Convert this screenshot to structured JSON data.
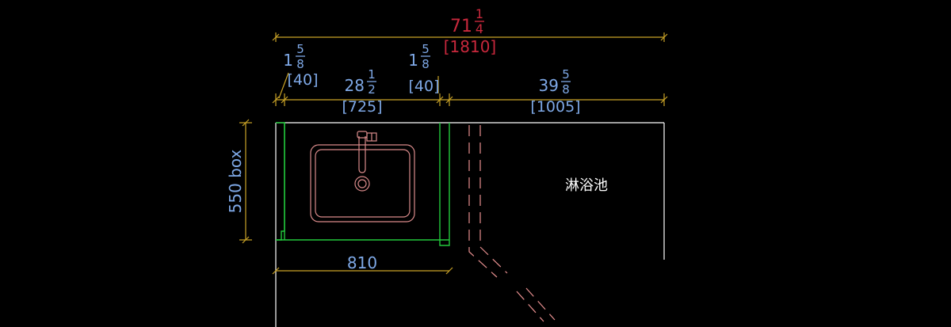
{
  "dimensions": {
    "overall": {
      "whole": "71",
      "num": "1",
      "den": "4",
      "metric": "[1810]"
    },
    "left_wall": {
      "whole": "1",
      "num": "5",
      "den": "8",
      "metric": "[40]"
    },
    "vanity": {
      "whole": "28",
      "num": "1",
      "den": "2",
      "metric": "[725]"
    },
    "right_wall": {
      "whole": "1",
      "num": "5",
      "den": "8",
      "metric": "[40]"
    },
    "shower": {
      "whole": "39",
      "num": "5",
      "den": "8",
      "metric": "[1005]"
    },
    "bottom_width": "810",
    "vertical_label": "550 box"
  },
  "labels": {
    "shower_room": "淋浴池"
  },
  "colors": {
    "dimension_text": "#7ea8e6",
    "overall_text": "#c8283c",
    "dimension_line": "#c9a227",
    "cabinet": "#22c83c",
    "fixture": "#d98a8a",
    "wall": "#ffffff"
  }
}
